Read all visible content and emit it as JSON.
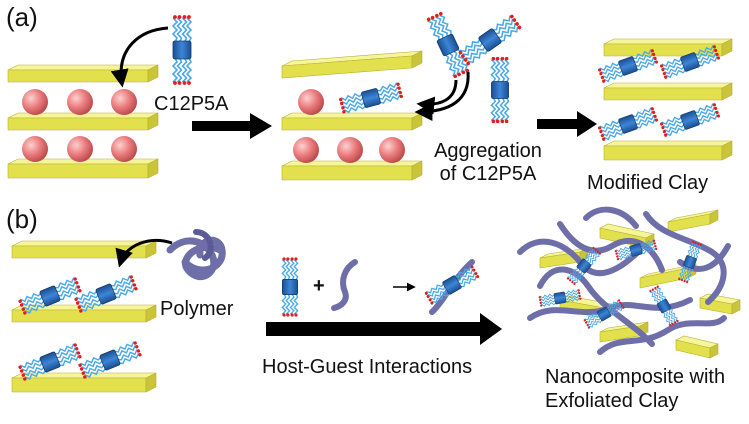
{
  "panels": {
    "a": {
      "label": "(a)",
      "reagent": "C12P5A",
      "aggregation_line1": "Aggregation",
      "aggregation_line2": "of C12P5A",
      "product": "Modified Clay"
    },
    "b": {
      "label": "(b)",
      "polymer": "Polymer",
      "plus": "+",
      "interaction": "Host-Guest Interactions",
      "product_line1": "Nanocomposite with",
      "product_line2": "Exfoliated Clay"
    }
  },
  "colors": {
    "clay_top": "#f7f59a",
    "clay_front": "#e3e04e",
    "clay_side": "#c9c43a",
    "sphere": "#e8787a",
    "pillar_ring": "#2a6ab8",
    "alkyl_chain": "#4aa8e6",
    "chain_end": "#e01e1e",
    "polymer": "#6e6ea8",
    "arrow": "#000000"
  }
}
